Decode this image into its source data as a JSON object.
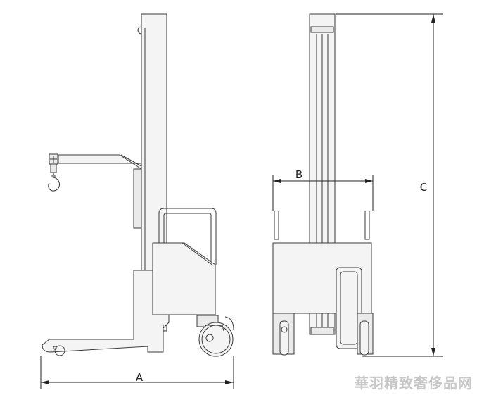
{
  "dimensions": {
    "a_label": "A",
    "b_label": "B",
    "c_label": "C"
  },
  "watermark": "華羽精致奢侈品网"
}
